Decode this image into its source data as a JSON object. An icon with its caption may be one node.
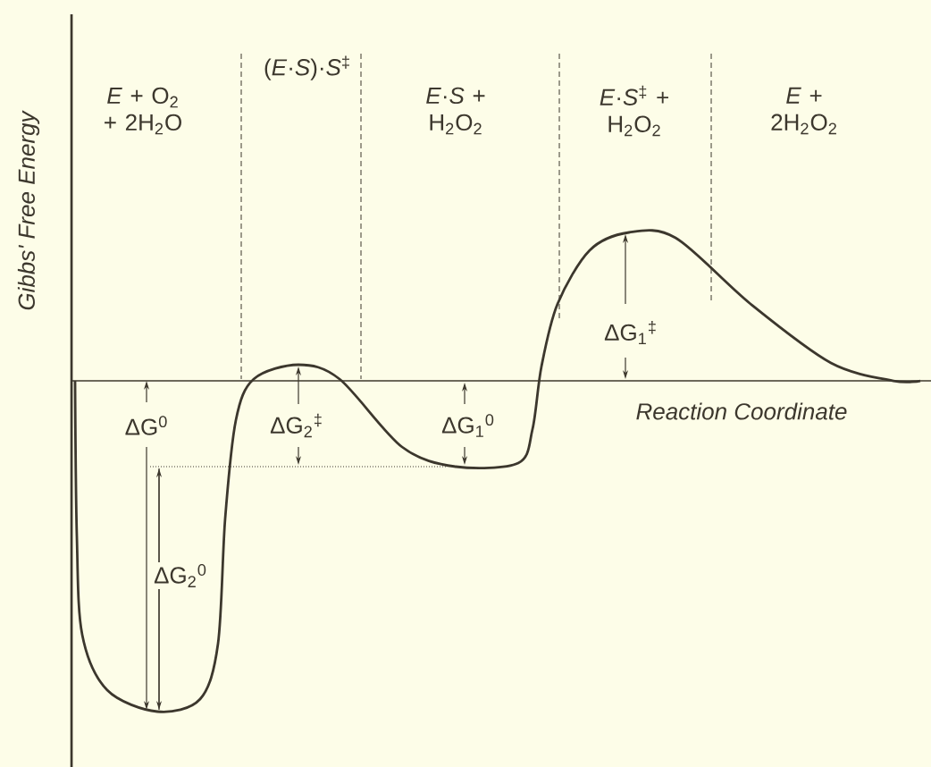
{
  "diagram": {
    "labels": [
      "*E* + O$_{2}$ + 2H$_{2}$O",
      "(*E*·*S*)·*S*$^{‡}$",
      "*E*·*S* + H$_{2}$O$_{2}$",
      "*E*·*S*$^{‡}$ + H$_{2}$O$_{2}$",
      "*E* + 2H$_{2}$O$_{2}$",
      "Gibbs' Free Energy",
      "ΔG$_{1}$$^{‡}$",
      "ΔG$^{0}$",
      "ΔG$_{2}$$^{‡}$",
      "ΔG$_{1}$$^{0}$",
      "Reaction Coordinate",
      "ΔG$_{2}$$^{0}$"
    ]
  }
}
